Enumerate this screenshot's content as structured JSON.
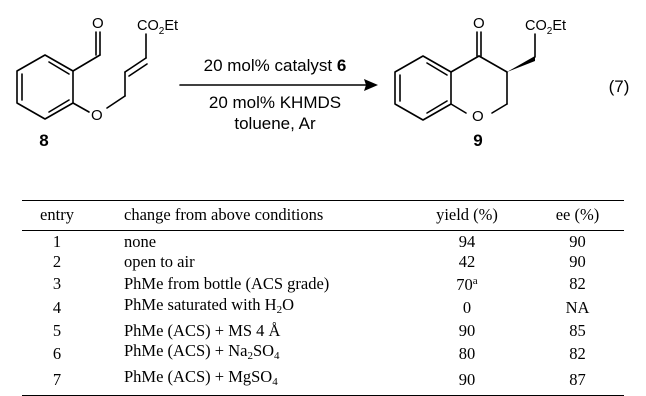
{
  "scheme": {
    "reagent_top_prefix": "20 mol%  catalyst ",
    "catalyst_number": "6",
    "reagent_bottom_1": "20 mol% KHMDS",
    "reagent_bottom_2": "toluene, Ar",
    "equation_number": "(7)",
    "substrate_number": "8",
    "product_number": "9",
    "atom_O": "O",
    "ester_group": "CO2Et"
  },
  "table": {
    "headers": [
      "entry",
      "change from above conditions",
      "yield (%)",
      "ee (%)"
    ],
    "rows": [
      {
        "entry": "1",
        "change_parts": [
          "none"
        ],
        "yield": "94",
        "yield_note": "",
        "ee": "90"
      },
      {
        "entry": "2",
        "change_parts": [
          "open to air"
        ],
        "yield": "42",
        "yield_note": "",
        "ee": "90"
      },
      {
        "entry": "3",
        "change_parts": [
          "PhMe from bottle (ACS grade)"
        ],
        "yield": "70",
        "yield_note": "a",
        "ee": "82"
      },
      {
        "entry": "4",
        "change_parts": [
          "PhMe saturated with H",
          "2",
          "O"
        ],
        "yield": "0",
        "yield_note": "",
        "ee": "NA"
      },
      {
        "entry": "5",
        "change_parts": [
          "PhMe (ACS) + MS 4 Å"
        ],
        "yield": "90",
        "yield_note": "",
        "ee": "85"
      },
      {
        "entry": "6",
        "change_parts": [
          "PhMe (ACS) + Na",
          "2",
          "SO",
          "4"
        ],
        "yield": "80",
        "yield_note": "",
        "ee": "82"
      },
      {
        "entry": "7",
        "change_parts": [
          "PhMe (ACS) + MgSO",
          "4"
        ],
        "yield": "90",
        "yield_note": "",
        "ee": "87"
      }
    ]
  }
}
